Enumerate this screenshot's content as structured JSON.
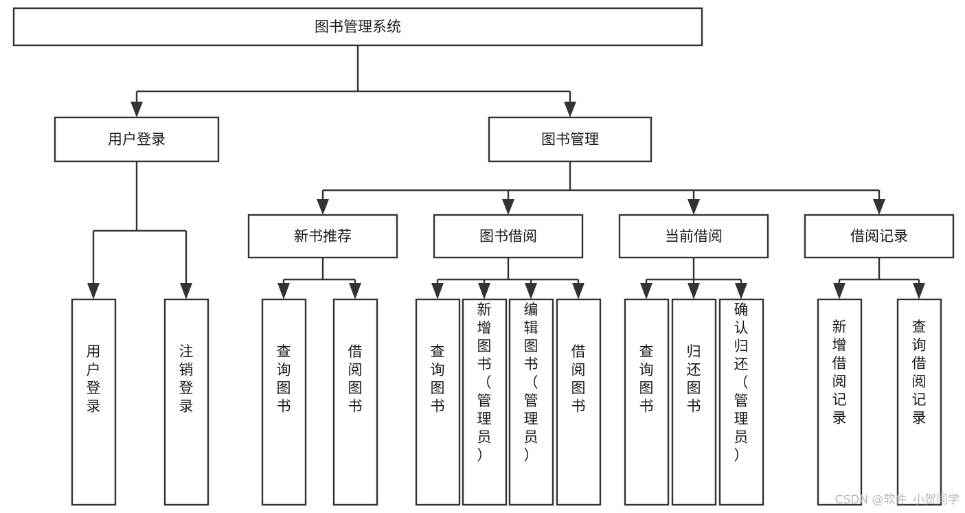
{
  "diagram": {
    "type": "tree-hierarchy",
    "title": "图书管理系统",
    "root": {
      "id": "root",
      "label": "图书管理系统",
      "orientation": "horizontal"
    },
    "level1": [
      {
        "id": "user-login",
        "label": "用户登录",
        "orientation": "horizontal"
      },
      {
        "id": "book-management",
        "label": "图书管理",
        "orientation": "horizontal"
      }
    ],
    "level2": [
      {
        "id": "new-book-recommend",
        "label": "新书推荐",
        "orientation": "horizontal",
        "parent": "book-management"
      },
      {
        "id": "book-borrow",
        "label": "图书借阅",
        "orientation": "horizontal",
        "parent": "book-management"
      },
      {
        "id": "current-borrow",
        "label": "当前借阅",
        "orientation": "horizontal",
        "parent": "book-management"
      },
      {
        "id": "borrow-record",
        "label": "借阅记录",
        "orientation": "horizontal",
        "parent": "book-management"
      }
    ],
    "leaves": [
      {
        "id": "leaf-user-login",
        "label": "用户登录",
        "orientation": "vertical",
        "parent": "user-login"
      },
      {
        "id": "leaf-logout",
        "label": "注销登录",
        "orientation": "vertical",
        "parent": "user-login"
      },
      {
        "id": "leaf-query-book-1",
        "label": "查询图书",
        "orientation": "vertical",
        "parent": "new-book-recommend"
      },
      {
        "id": "leaf-borrow-book-1",
        "label": "借阅图书",
        "orientation": "vertical",
        "parent": "new-book-recommend"
      },
      {
        "id": "leaf-query-book-2",
        "label": "查询图书",
        "orientation": "vertical",
        "parent": "book-borrow"
      },
      {
        "id": "leaf-add-book",
        "label": "新增图书（管理员）",
        "orientation": "vertical",
        "parent": "book-borrow"
      },
      {
        "id": "leaf-edit-book",
        "label": "编辑图书（管理员）",
        "orientation": "vertical",
        "parent": "book-borrow"
      },
      {
        "id": "leaf-borrow-book-2",
        "label": "借阅图书",
        "orientation": "vertical",
        "parent": "book-borrow"
      },
      {
        "id": "leaf-query-book-3",
        "label": "查询图书",
        "orientation": "vertical",
        "parent": "current-borrow"
      },
      {
        "id": "leaf-return-book",
        "label": "归还图书",
        "orientation": "vertical",
        "parent": "current-borrow"
      },
      {
        "id": "leaf-confirm-return",
        "label": "确认归还（管理员）",
        "orientation": "vertical",
        "parent": "current-borrow"
      },
      {
        "id": "leaf-add-record",
        "label": "新增借阅记录",
        "orientation": "vertical",
        "parent": "borrow-record"
      },
      {
        "id": "leaf-query-record",
        "label": "查询借阅记录",
        "orientation": "vertical",
        "parent": "borrow-record"
      }
    ]
  },
  "watermark": {
    "text": "CSDN @软件_小贺同学"
  },
  "colors": {
    "box_stroke": "#333333",
    "box_fill": "#ffffff",
    "text": "#1a1a1a",
    "watermark": "#b8b8b8",
    "background": "#ffffff"
  }
}
